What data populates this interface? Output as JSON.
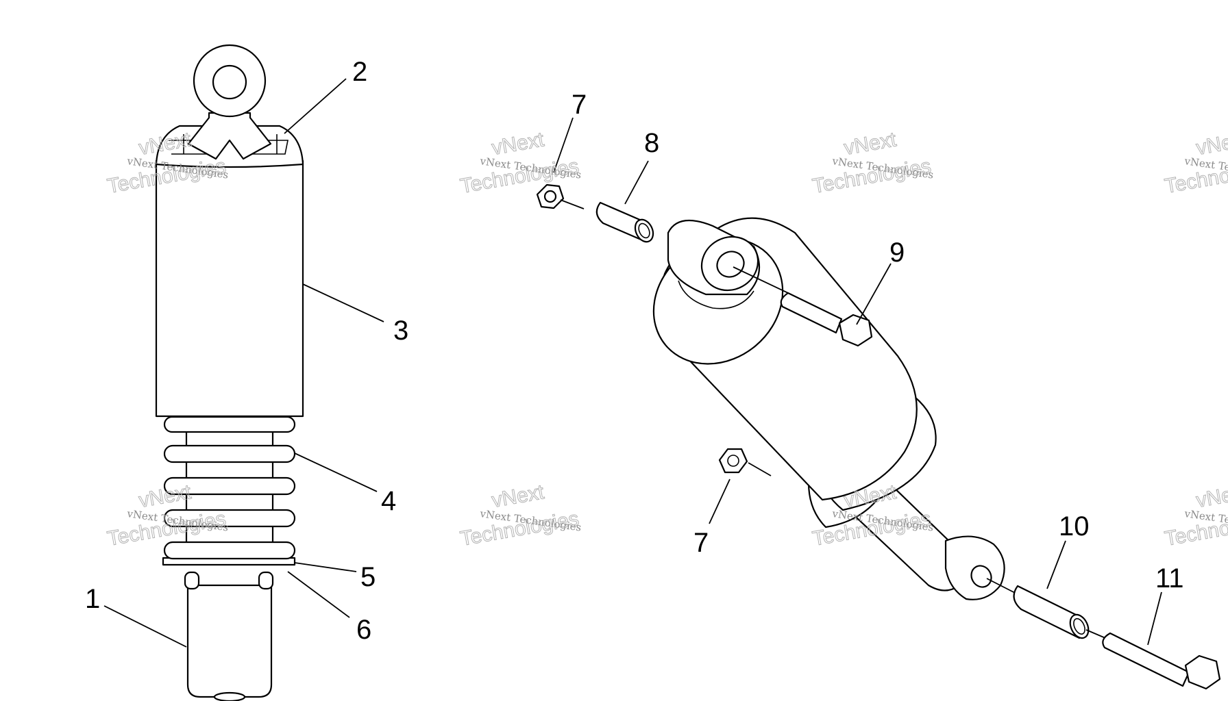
{
  "callouts": {
    "c1": "1",
    "c2": "2",
    "c3": "3",
    "c4": "4",
    "c5": "5",
    "c6": "6",
    "c7a": "7",
    "c7b": "7",
    "c8": "8",
    "c9": "9",
    "c10": "10",
    "c11": "11"
  },
  "watermark": {
    "line1": "vNext Technologies",
    "line2": "vNext",
    "line3": "Technologies"
  }
}
